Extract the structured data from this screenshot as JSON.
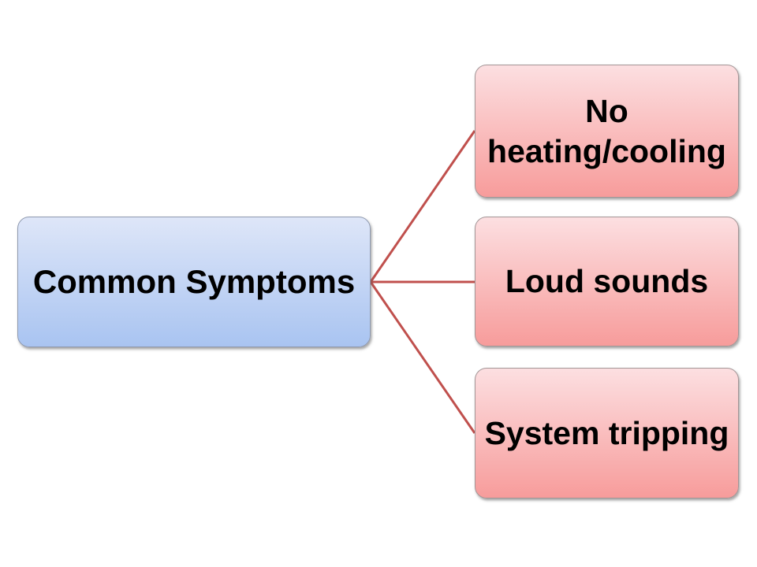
{
  "diagram": {
    "type": "radiating-list",
    "root_node": {
      "label": "Common Symptoms"
    },
    "child_nodes": [
      {
        "label": "No heating/cooling"
      },
      {
        "label": "Loud sounds"
      },
      {
        "label": "System tripping"
      }
    ]
  },
  "colors": {
    "background": "#ffffff",
    "text": "#000000",
    "connector": "#c0504d",
    "root-grad-top": "#dee6f8",
    "root-grad-bottom": "#a9c4f1",
    "node-border-blue": "#8f9ab0",
    "child-grad-top": "#fcdfe1",
    "child-grad-bottom": "#f79c9b",
    "node-border-pink": "#a39596"
  }
}
